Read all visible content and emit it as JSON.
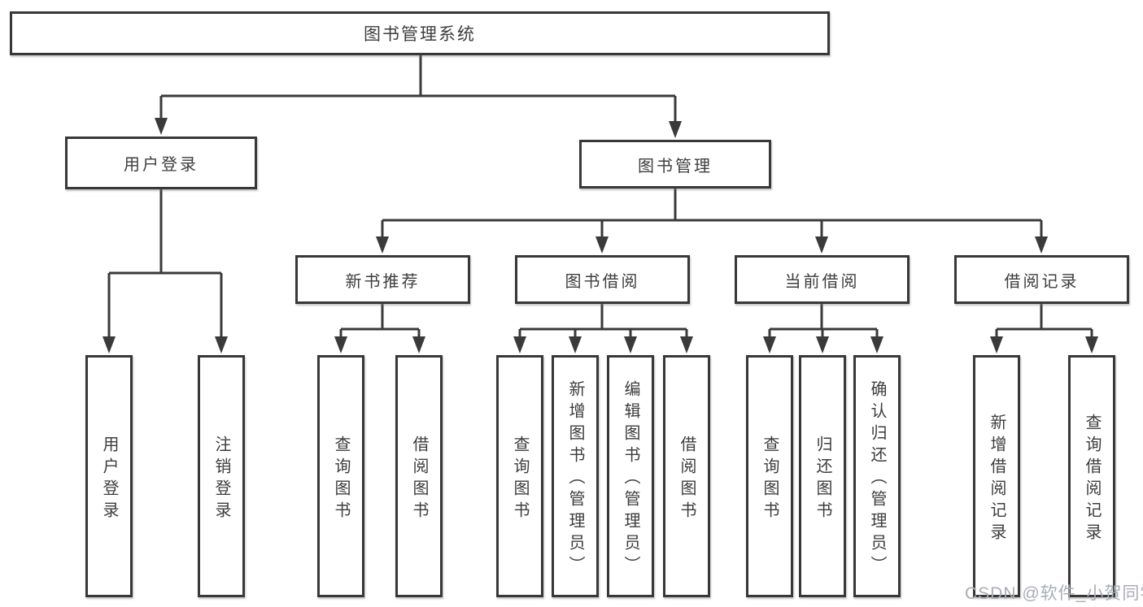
{
  "diagram": {
    "root": {
      "label": "图书管理系统"
    },
    "level2": {
      "user_login": {
        "label": "用户登录"
      },
      "book_mgmt": {
        "label": "图书管理"
      }
    },
    "level3": {
      "new_books": {
        "label": "新书推荐"
      },
      "book_borrow": {
        "label": "图书借阅"
      },
      "current_borrow": {
        "label": "当前借阅"
      },
      "borrow_records": {
        "label": "借阅记录"
      }
    },
    "leaves": {
      "user_login": [
        "用户登录",
        "注销登录"
      ],
      "new_books": [
        "查询图书",
        "借阅图书"
      ],
      "book_borrow": [
        "查询图书",
        "新增图书（管理员）",
        "编辑图书（管理员）",
        "借阅图书"
      ],
      "current_borrow": [
        "查询图书",
        "归还图书",
        "确认归还（管理员）"
      ],
      "borrow_records": [
        "新增借阅记录",
        "查询借阅记录"
      ]
    }
  },
  "watermark": {
    "text": "CSDN @软件_小贺同学"
  },
  "colors": {
    "line": "#3a3a3a",
    "text": "#3d3d3d",
    "box_border": "#383838",
    "background": "#ffffff",
    "watermark": "#a9adb3"
  }
}
